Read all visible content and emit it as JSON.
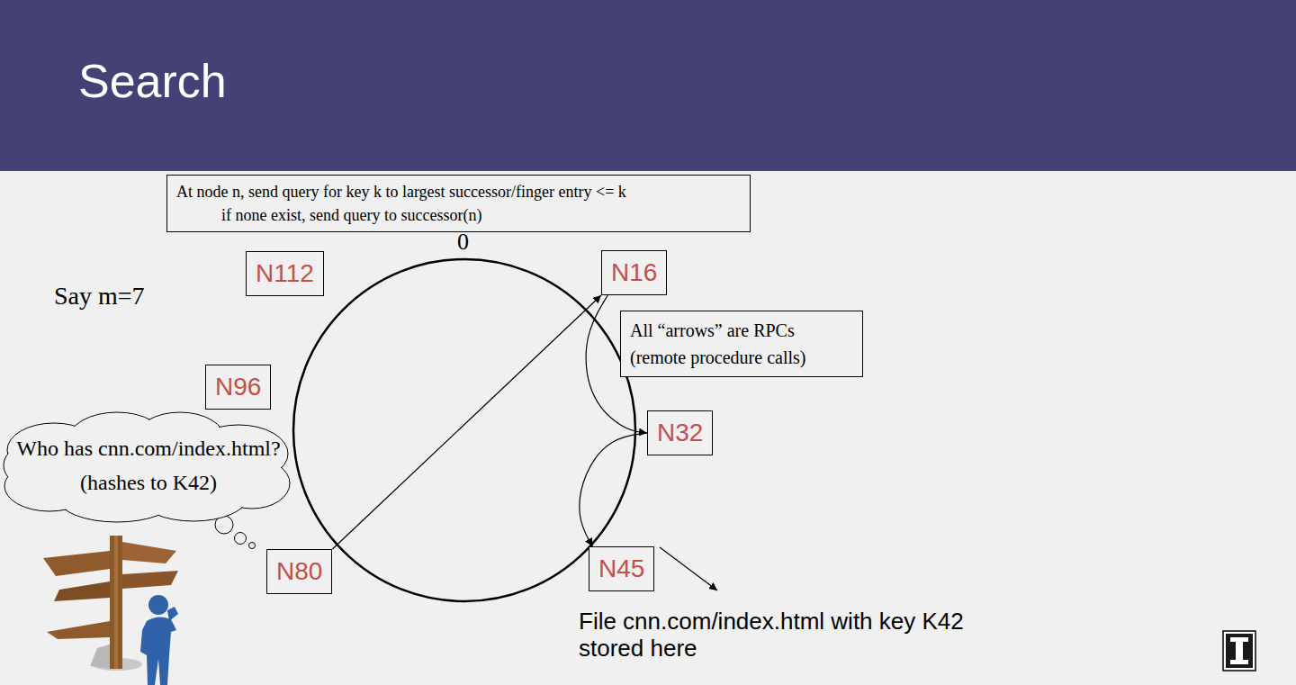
{
  "diagram": {
    "title": "Search",
    "nodes": [
      {
        "text": [
          "At node n, send query for key k to largest successor/finger entry <= k",
          "if none exist, send query to successor(n)"
        ]
      },
      {
        "text": [
          "N112"
        ]
      },
      {
        "text": [
          "N16"
        ]
      },
      {
        "text": [
          "All “arrows” are RPCs (remote procedure calls)"
        ]
      },
      {
        "text": [
          "N96"
        ]
      },
      {
        "text": [
          "Who has cnn.com/index.html? (hashes to K42)"
        ]
      },
      {
        "text": [
          "N32"
        ]
      },
      {
        "text": [
          "N45"
        ]
      },
      {
        "text": [
          "N80"
        ]
      }
    ],
    "edges": [
      {
        "from": 8,
        "to": 2,
        "arrow": "to"
      },
      {
        "from": 2,
        "to": 6,
        "arrow": "to"
      },
      {
        "from": 6,
        "to": 7,
        "arrow": "to"
      }
    ],
    "labels": [
      "0",
      "Say m=7",
      "File cnn.com/index.html with key K42 stored here"
    ]
  }
}
